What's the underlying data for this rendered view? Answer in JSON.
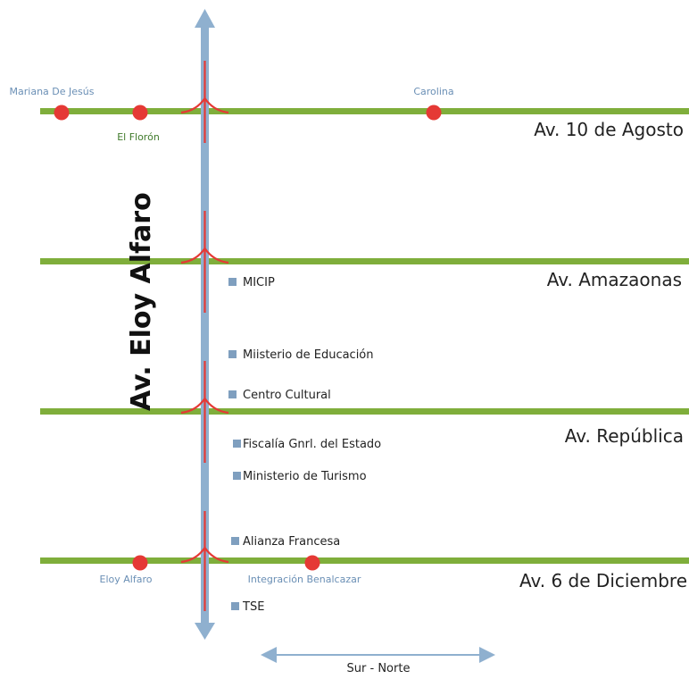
{
  "main_avenue": {
    "name": "Av. Eloy Alfaro"
  },
  "cross_streets": [
    {
      "name": "Av. 10 de Agosto"
    },
    {
      "name": "Av. Amazaonas"
    },
    {
      "name": "Av. República"
    },
    {
      "name": "Av. 6 de Diciembre"
    }
  ],
  "stops": [
    {
      "label": "Mariana De Jesús",
      "label_color": "#6a8fb5"
    },
    {
      "label": "El Florón",
      "label_color": "#3f7a2a"
    },
    {
      "label": "Carolina",
      "label_color": "#6a8fb5"
    },
    {
      "label": "Eloy Alfaro",
      "label_color": "#6a8fb5"
    },
    {
      "label": "Integración Benalcazar",
      "label_color": "#6a8fb5"
    }
  ],
  "places": [
    {
      "label": "MICIP"
    },
    {
      "label": "Miisterio de Educación"
    },
    {
      "label": "Centro Cultural"
    },
    {
      "label": "Fiscalía Gnrl. del Estado"
    },
    {
      "label": "Ministerio de Turismo"
    },
    {
      "label": "Alianza Francesa"
    },
    {
      "label": "TSE"
    }
  ],
  "direction": {
    "label": "Sur - Norte"
  },
  "colors": {
    "cross_street": "#7fae3b",
    "main_avenue": "#8fb0cf",
    "stop_marker": "#e53935",
    "junction": "#e53935",
    "place_marker": "#7f9fbf"
  }
}
